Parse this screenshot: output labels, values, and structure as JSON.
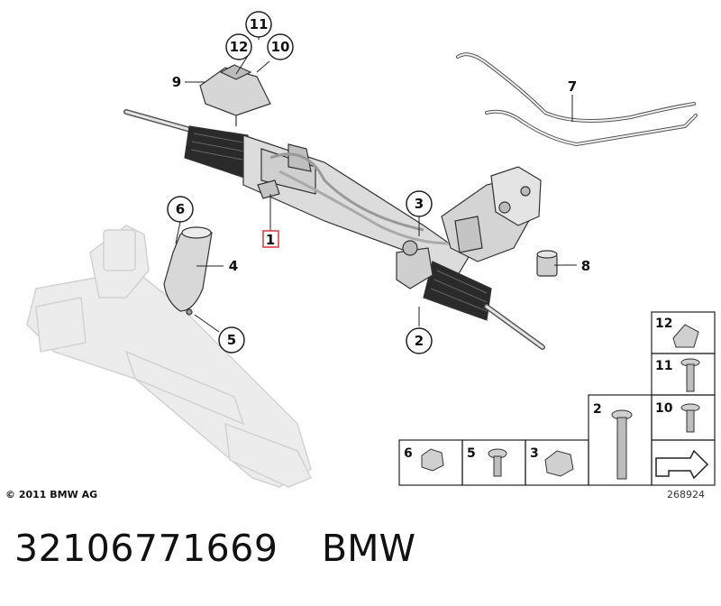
{
  "callouts": {
    "c1": "1",
    "c2": "2",
    "c3": "3",
    "c4": "4",
    "c5": "5",
    "c6": "6",
    "c7": "7",
    "c8": "8",
    "c9": "9",
    "c10": "10",
    "c11": "11",
    "c12": "12"
  },
  "table": {
    "cell_12": "12",
    "cell_11": "11",
    "cell_10": "10",
    "cell_2": "2",
    "cell_6": "6",
    "cell_5": "5",
    "cell_3": "3"
  },
  "footer": {
    "copyright": "© 2011 BMW AG",
    "diagram_number": "268924",
    "part_number": "32106771669",
    "brand": "BMW"
  },
  "colors": {
    "highlight": "#d9363e",
    "line": "#222222",
    "part_fill": "#dcdcdc",
    "ghost": "#e9e9e9"
  }
}
